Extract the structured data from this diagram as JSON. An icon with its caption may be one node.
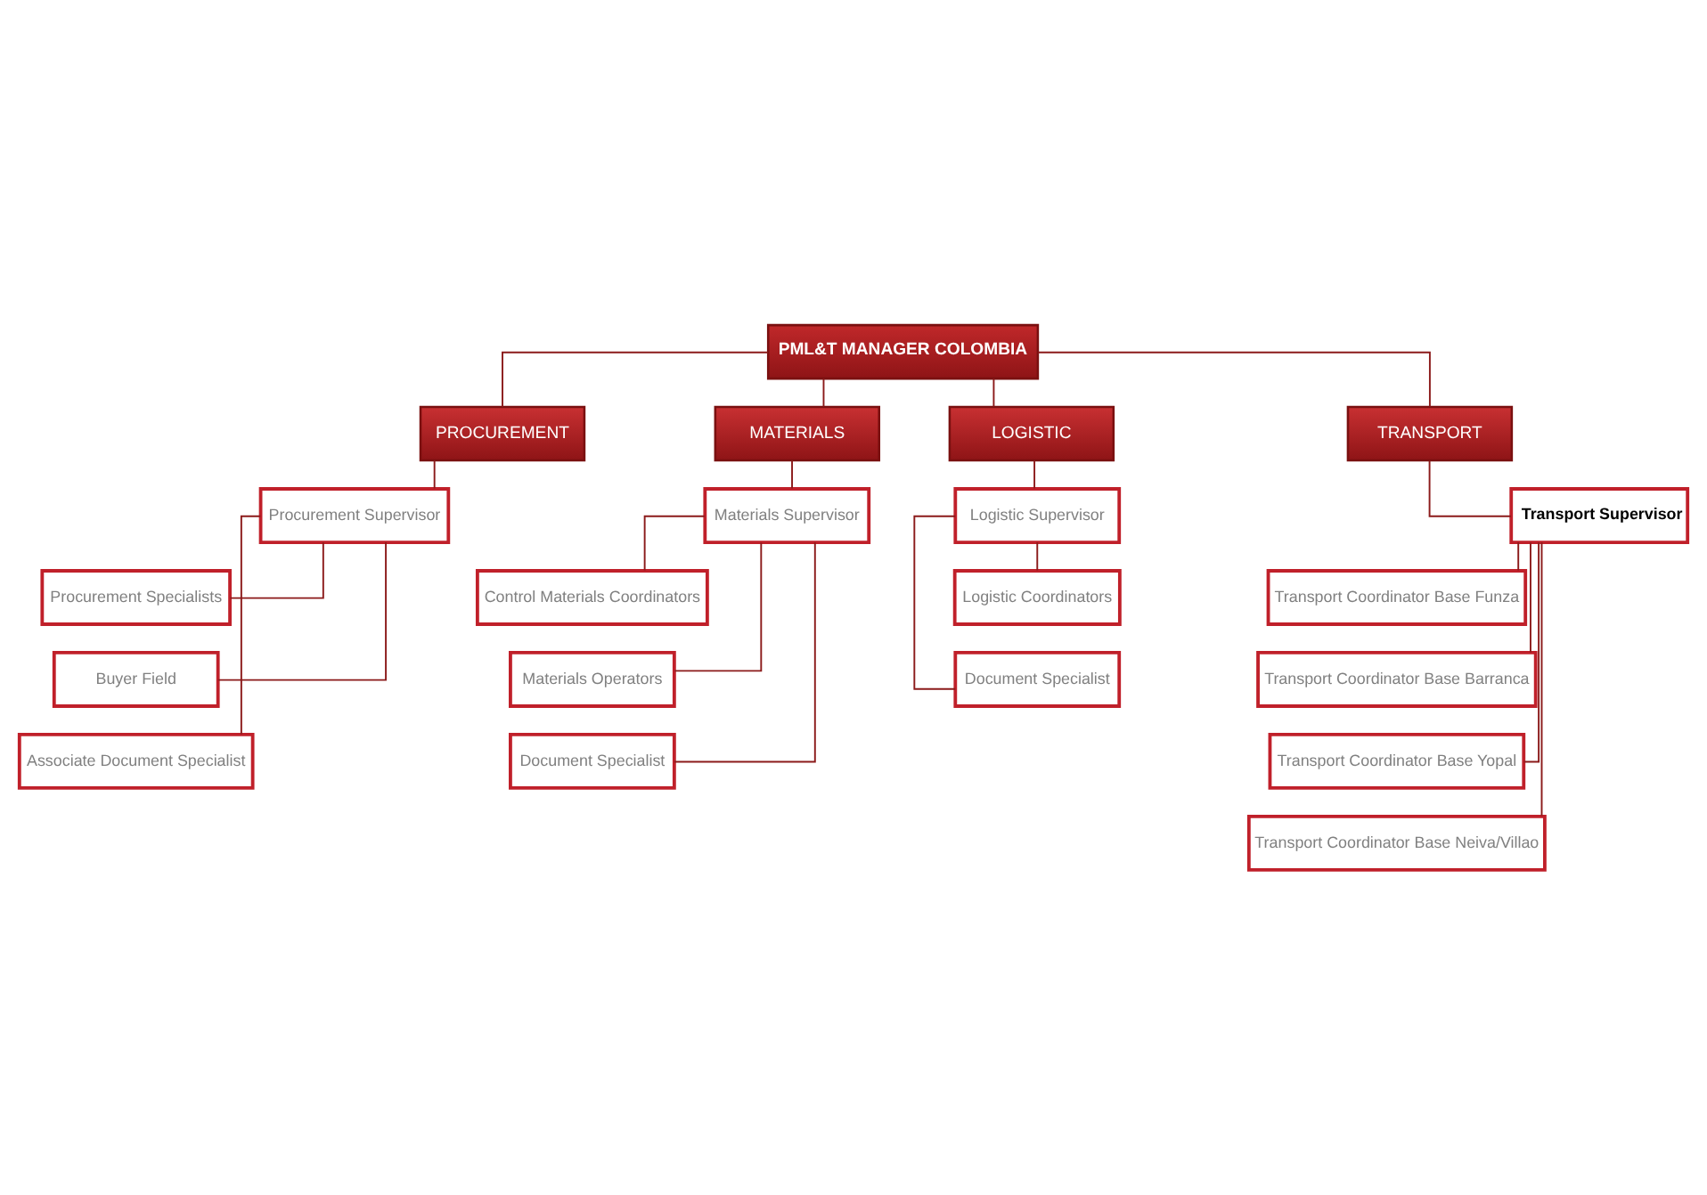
{
  "diagram": {
    "nodes": [
      {
        "text": [
          "PML&T MANAGER COLOMBIA"
        ]
      },
      {
        "text": [
          "PROCUREMENT"
        ]
      },
      {
        "text": [
          "MATERIALS"
        ]
      },
      {
        "text": [
          "LOGISTIC"
        ]
      },
      {
        "text": [
          "TRANSPORT"
        ]
      },
      {
        "text": [
          "Procurement Supervisor"
        ]
      },
      {
        "text": [
          "Procurement Specialists"
        ]
      },
      {
        "text": [
          "Buyer Field"
        ]
      },
      {
        "text": [
          "Associate Document Specialist"
        ]
      },
      {
        "text": [
          "Materials Supervisor"
        ]
      },
      {
        "text": [
          "Control Materials Coordinators"
        ]
      },
      {
        "text": [
          "Materials Operators"
        ]
      },
      {
        "text": [
          "Document Specialist"
        ]
      },
      {
        "text": [
          "Logistic Supervisor"
        ]
      },
      {
        "text": [
          "Logistic Coordinators"
        ]
      },
      {
        "text": [
          "Document Specialist"
        ]
      },
      {
        "text": [
          "Transport Supervisor"
        ]
      },
      {
        "text": [
          "Transport Coordinator Base Funza"
        ]
      },
      {
        "text": [
          "Transport Coordinator Base Barranca"
        ]
      },
      {
        "text": [
          "Transport Coordinator Base Yopal"
        ]
      },
      {
        "text": [
          "Transport Coordinator Base Neiva/Villao"
        ]
      }
    ],
    "edges": [
      {
        "from": 0,
        "to": 1,
        "arrow": "none"
      },
      {
        "from": 0,
        "to": 2,
        "arrow": "none"
      },
      {
        "from": 0,
        "to": 3,
        "arrow": "none"
      },
      {
        "from": 0,
        "to": 4,
        "arrow": "none"
      },
      {
        "from": 1,
        "to": 5,
        "arrow": "none"
      },
      {
        "from": 5,
        "to": 6,
        "arrow": "none"
      },
      {
        "from": 5,
        "to": 7,
        "arrow": "none"
      },
      {
        "from": 5,
        "to": 8,
        "arrow": "none"
      },
      {
        "from": 2,
        "to": 9,
        "arrow": "none"
      },
      {
        "from": 9,
        "to": 10,
        "arrow": "none"
      },
      {
        "from": 9,
        "to": 11,
        "arrow": "none"
      },
      {
        "from": 9,
        "to": 12,
        "arrow": "none"
      },
      {
        "from": 3,
        "to": 13,
        "arrow": "none"
      },
      {
        "from": 13,
        "to": 14,
        "arrow": "none"
      },
      {
        "from": 13,
        "to": 15,
        "arrow": "none"
      },
      {
        "from": 4,
        "to": 16,
        "arrow": "none"
      },
      {
        "from": 16,
        "to": 17,
        "arrow": "none"
      },
      {
        "from": 16,
        "to": 18,
        "arrow": "none"
      },
      {
        "from": 16,
        "to": 19,
        "arrow": "none"
      },
      {
        "from": 16,
        "to": 20,
        "arrow": "none"
      }
    ]
  }
}
